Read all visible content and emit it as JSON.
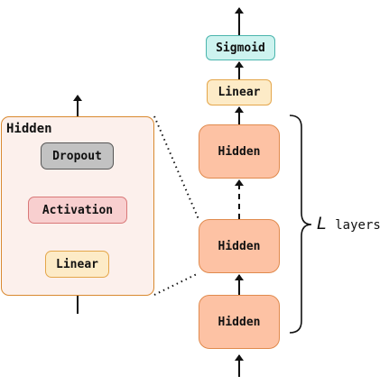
{
  "main_stack": {
    "output_label": "Sigmoid",
    "linear_label": "Linear",
    "hidden_label": "Hidden"
  },
  "detail_panel": {
    "title": "Hidden",
    "dropout_label": "Dropout",
    "activation_label": "Activation",
    "linear_label": "Linear"
  },
  "brace": {
    "symbol": "L",
    "text": "layers"
  },
  "colors": {
    "sigmoid_fill": "#cdf3ef",
    "linear_fill": "#fdebc7",
    "hidden_fill": "#fdc2a4",
    "activation_fill": "#f8cfcf",
    "dropout_fill": "#c2c2c2",
    "panel_fill": "#fcf0ec"
  }
}
